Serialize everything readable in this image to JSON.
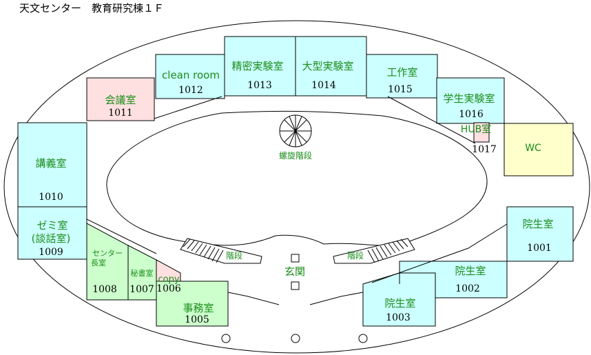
{
  "title": "天文センター　教育研究棟１Ｆ",
  "rooms": {
    "r1011": {
      "name": "会議室",
      "number": "1011"
    },
    "r1012": {
      "name": "clean room",
      "number": "1012"
    },
    "r1013": {
      "name": "精密実験室",
      "number": "1013"
    },
    "r1014": {
      "name": "大型実験室",
      "number": "1014"
    },
    "r1015": {
      "name": "工作室",
      "number": "1015"
    },
    "r1016": {
      "name": "学生実験室",
      "number": "1016"
    },
    "r1017": {
      "name": "HUB室",
      "number": "1017"
    },
    "wc": {
      "name": "WC"
    },
    "r1010": {
      "name": "講義室",
      "number": "1010"
    },
    "r1009": {
      "name1": "ゼミ室",
      "name2": "(談話室)",
      "number": "1009"
    },
    "r1008": {
      "name1": "センター",
      "name2": "長室",
      "number": "1008"
    },
    "r1007": {
      "name": "秘書室",
      "number": "1007"
    },
    "r1006": {
      "name": "copy",
      "number": "1006"
    },
    "r1005": {
      "name": "事務室",
      "number": "1005"
    },
    "r1001": {
      "name": "院生室",
      "number": "1001"
    },
    "r1002": {
      "name": "院生室",
      "number": "1002"
    },
    "r1003": {
      "name": "院生室",
      "number": "1003"
    }
  },
  "labels": {
    "spiral": "螺旋階段",
    "stairs_left": "階段",
    "stairs_right": "階段",
    "entrance": "玄関"
  }
}
